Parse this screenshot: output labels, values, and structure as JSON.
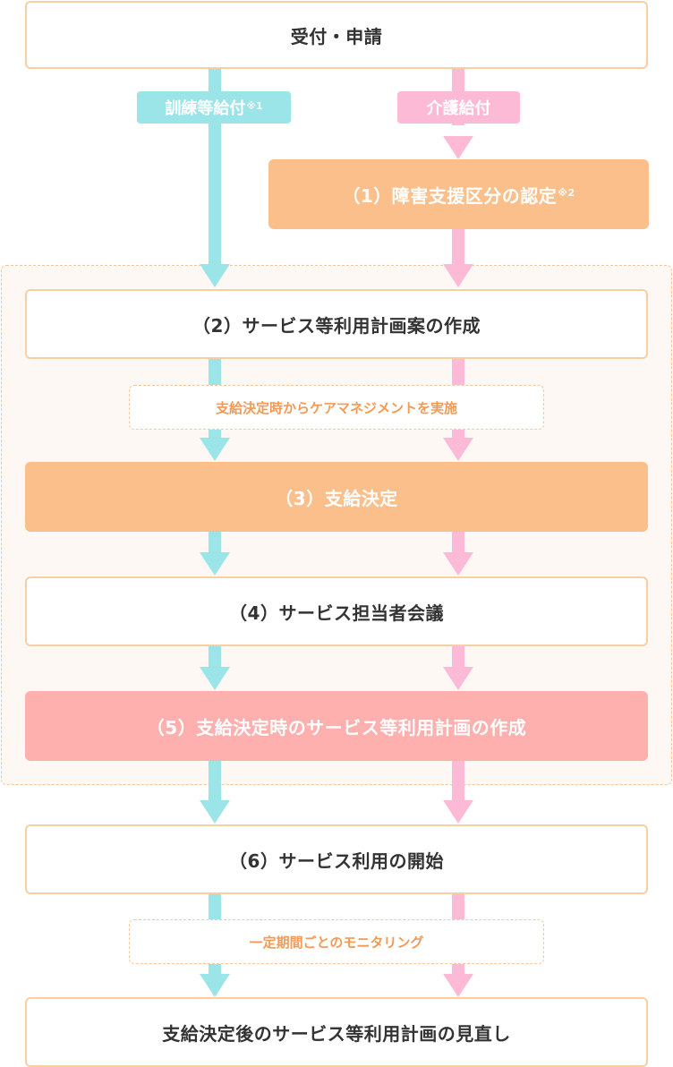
{
  "flow": {
    "start": "受付・申請",
    "branch_left": "訓練等給付",
    "branch_left_note": "※1",
    "branch_right": "介護給付",
    "step1": "（1）障害支援区分の認定",
    "step1_note": "※2",
    "step2": "（2）サービス等利用計画案の作成",
    "note1": "支給決定時からケアマネジメントを実施",
    "step3": "（3）支給決定",
    "step4": "（4）サービス担当者会議",
    "step5": "（5）支給決定時のサービス等利用計画の作成",
    "step6": "（6）サービス利用の開始",
    "note2": "一定期間ごとのモニタリング",
    "final": "支給決定後のサービス等利用計画の見直し"
  },
  "colors": {
    "left_track": "#9be4e8",
    "right_track": "#fdbad6",
    "box_border": "#f8cfa3",
    "orange_box": "#fbbf8c",
    "salmon_box": "#fdb0ad",
    "note_text": "#f49a56",
    "group_border": "#f6c6a0",
    "group_fill": "#fef8f4"
  }
}
